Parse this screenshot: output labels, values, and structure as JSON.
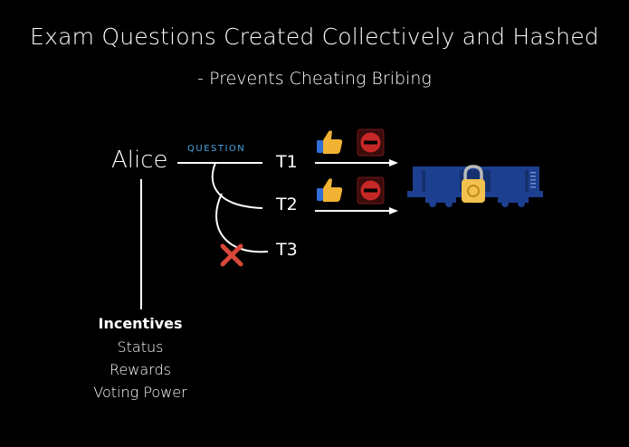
{
  "slide": {
    "title": "Exam Questions Created Collectively and Hashed",
    "subtitle": "- Prevents Cheating Bribing"
  },
  "diagram": {
    "author": "Alice",
    "edge_label": "QUESTION",
    "tests": [
      "T1",
      "T2",
      "T3"
    ],
    "approved": [
      {
        "test": "T1",
        "icons": [
          "thumbs-up-icon",
          "no-entry-icon"
        ]
      },
      {
        "test": "T2",
        "icons": [
          "thumbs-up-icon",
          "no-entry-icon"
        ]
      }
    ],
    "rejected": {
      "test": "T3",
      "icon": "red-x-icon"
    },
    "destination_icon": "locked-train-car-icon",
    "incentives": {
      "title": "Incentives",
      "items": [
        "Status",
        "Rewards",
        "Voting Power"
      ]
    }
  },
  "colors": {
    "background": "#000000",
    "text": "#ffffff",
    "question_label": "#4aa3df",
    "train_body": "#1d3f8f",
    "lock": "#f2c14e",
    "no_entry_red": "#c62828",
    "reject_red": "#d9473a",
    "thumb": "#f2b233"
  }
}
